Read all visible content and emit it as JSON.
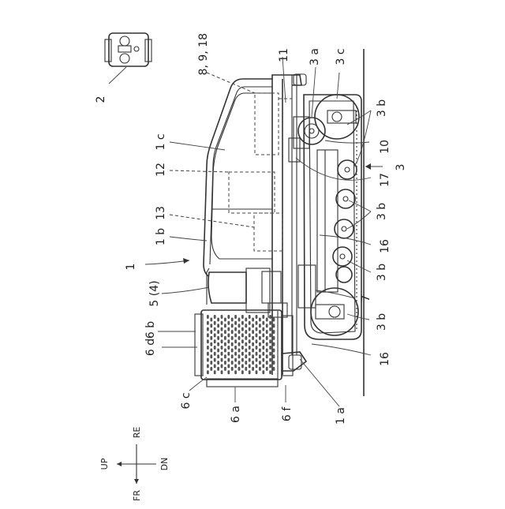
{
  "figure": {
    "labels": {
      "l1": "1",
      "l1a": "1 a",
      "l1b": "1 b",
      "l1c": "1 c",
      "l2": "2",
      "l3": "3",
      "l3a": "3 a",
      "l3b_top": "3 b",
      "l3b_mid": "3 b",
      "l3b_low": "3 b",
      "l3b_bot": "3 b",
      "l3c": "3 c",
      "l5": "5 (4)",
      "l6a": "6 a",
      "l6b": "6 b",
      "l6c": "6 c",
      "l6d": "6 d",
      "l6f": "6 f",
      "l7": "7",
      "l8": "8, 9, 18",
      "l10": "10",
      "l11": "11",
      "l12": "12",
      "l13": "13",
      "l16a": "16",
      "l16b": "16",
      "l17": "17"
    },
    "directions": {
      "up": "UP",
      "dn": "DN",
      "re": "RE",
      "fr": "FR"
    }
  }
}
